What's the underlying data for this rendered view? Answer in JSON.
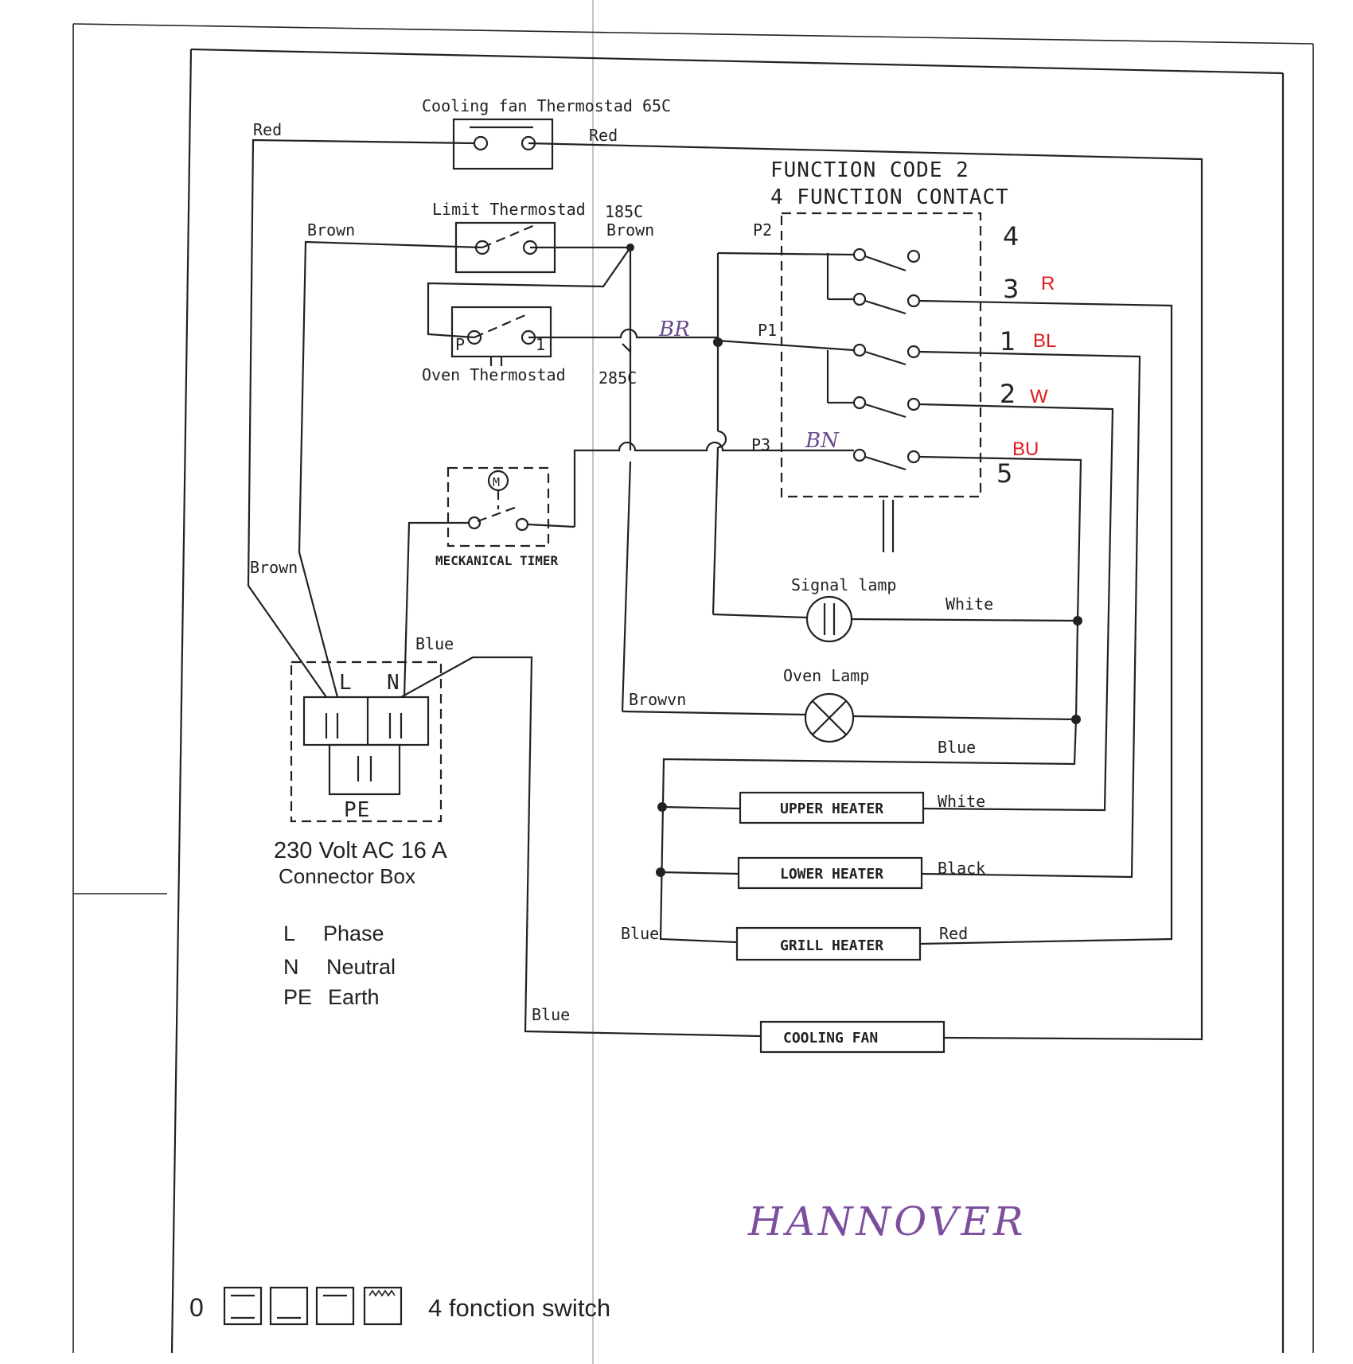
{
  "thermostats": {
    "cooling_fan": "Cooling fan Thermostad 65C",
    "limit": "Limit Thermostad",
    "limit_temp": "185C",
    "oven": "Oven Thermostad",
    "oven_temp": "285C",
    "oven_thermostat_terminals": [
      "P",
      "1"
    ]
  },
  "function_switch": {
    "title_line1": "FUNCTION CODE 2",
    "title_line2": "4 FUNCTION CONTACT",
    "poles": [
      "P2",
      "P1",
      "P3"
    ],
    "contacts": [
      {
        "number": "4",
        "color_code": ""
      },
      {
        "number": "3",
        "color_code": "R"
      },
      {
        "number": "1",
        "color_code": "BL"
      },
      {
        "number": "2",
        "color_code": "W"
      },
      {
        "number": "5",
        "color_code": "BU"
      }
    ]
  },
  "handwritten": {
    "br": "BR",
    "bn": "BN",
    "signature": "HANNOVER"
  },
  "components": {
    "timer": "MECKANICAL TIMER",
    "motor_symbol": "M",
    "signal_lamp": "Signal lamp",
    "oven_lamp": "Oven Lamp",
    "upper_heater": "UPPER HEATER",
    "lower_heater": "LOWER HEATER",
    "grill_heater": "GRILL HEATER",
    "cooling_fan": "COOLING FAN"
  },
  "wires": {
    "red_left": "Red",
    "red_right": "Red",
    "brown_top": "Brown",
    "brown_limit": "Brown",
    "brown_left": "Brown",
    "blue_connector": "Blue",
    "browvn": "Browvn",
    "white_signal": "White",
    "blue_mid": "Blue",
    "white_upper": "White",
    "black_lower": "Black",
    "red_grill": "Red",
    "blue_left": "Blue",
    "blue_fan": "Blue"
  },
  "connector_box": {
    "terminal_l": "L",
    "terminal_n": "N",
    "terminal_pe": "PE",
    "rating": "230 Volt AC 16 A",
    "name": "Connector Box"
  },
  "legend": [
    {
      "code": "L",
      "meaning": "Phase"
    },
    {
      "code": "N",
      "meaning": "Neutral"
    },
    {
      "code": "PE",
      "meaning": "Earth"
    }
  ],
  "switch_positions": {
    "zero": "0",
    "caption": "4 fonction switch"
  },
  "colors": {
    "ink": "#222222",
    "annotation_red": "#e01b1b",
    "handwriting_purple": "#7d4e9e"
  }
}
